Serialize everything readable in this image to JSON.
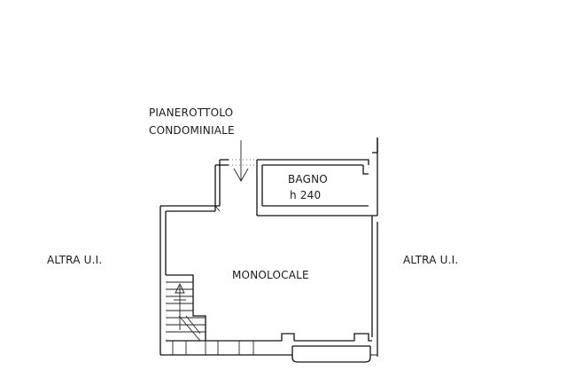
{
  "labels": {
    "landing_line1": "PIANEROTTOLO",
    "landing_line2": "CONDOMINIALE",
    "bathroom_name": "BAGNO",
    "bathroom_height": "h 240",
    "studio": "MONOLOCALE",
    "other_unit_left": "ALTRA U.I.",
    "other_unit_right": "ALTRA U.I."
  },
  "colors": {
    "ink": "#111111",
    "paper": "#ffffff"
  }
}
